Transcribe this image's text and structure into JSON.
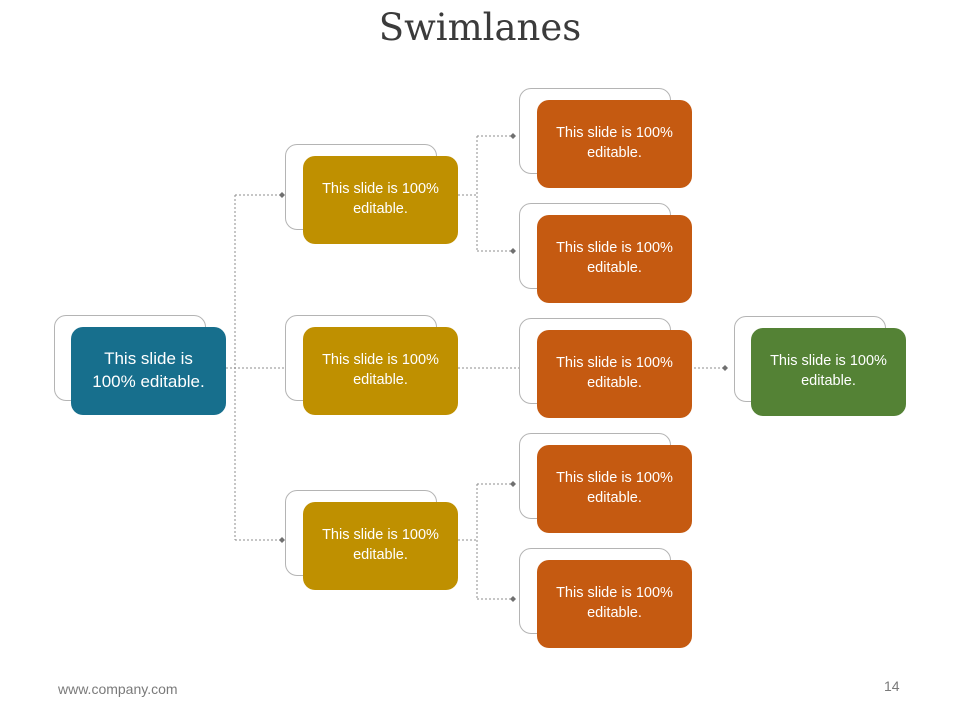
{
  "slide": {
    "title": "Swimlanes",
    "footer_url": "www.company.com",
    "page_number": "14"
  },
  "colors": {
    "root": "#176f8d",
    "level2": "#bf9000",
    "level3": "#c55a11",
    "level4": "#548235",
    "connector": "#8c8c8c",
    "outline": "#b4b4b4"
  },
  "nodes": {
    "root": "This slide is 100% editable.",
    "mid_top": "This slide is 100% editable.",
    "mid_middle": "This slide is 100% editable.",
    "mid_bottom": "This slide is 100% editable.",
    "right_1": "This slide is 100% editable.",
    "right_2": "This slide is 100% editable.",
    "right_3": "This slide is 100% editable.",
    "right_4": "This slide is 100% editable.",
    "right_5": "This slide is 100% editable.",
    "far_right": "This slide is 100% editable."
  }
}
